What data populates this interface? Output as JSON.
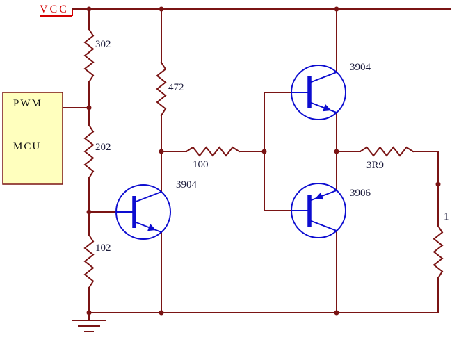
{
  "diagram": {
    "type": "transistor push-pull driver schematic",
    "power_rail_label": "VCC"
  },
  "mcu_block": {
    "pin_label": "PWM",
    "chip_label": "MCU"
  },
  "resistors": {
    "r302": "302",
    "r202": "202",
    "r102": "102",
    "r472": "472",
    "r100": "100",
    "r3r9": "3R9",
    "r_load": "1"
  },
  "transistors": {
    "q_driver": "3904",
    "q_top_npn": "3904",
    "q_bottom_pnp": "3906"
  },
  "colors": {
    "wire": "#7a1414",
    "junction_dot": "#7a1414",
    "transistor_symbol": "#0d0dd0",
    "label_text": "#1c1c3c",
    "power_text": "#d40000",
    "mcu_fill": "#ffffbe",
    "background": "#ffffff"
  }
}
